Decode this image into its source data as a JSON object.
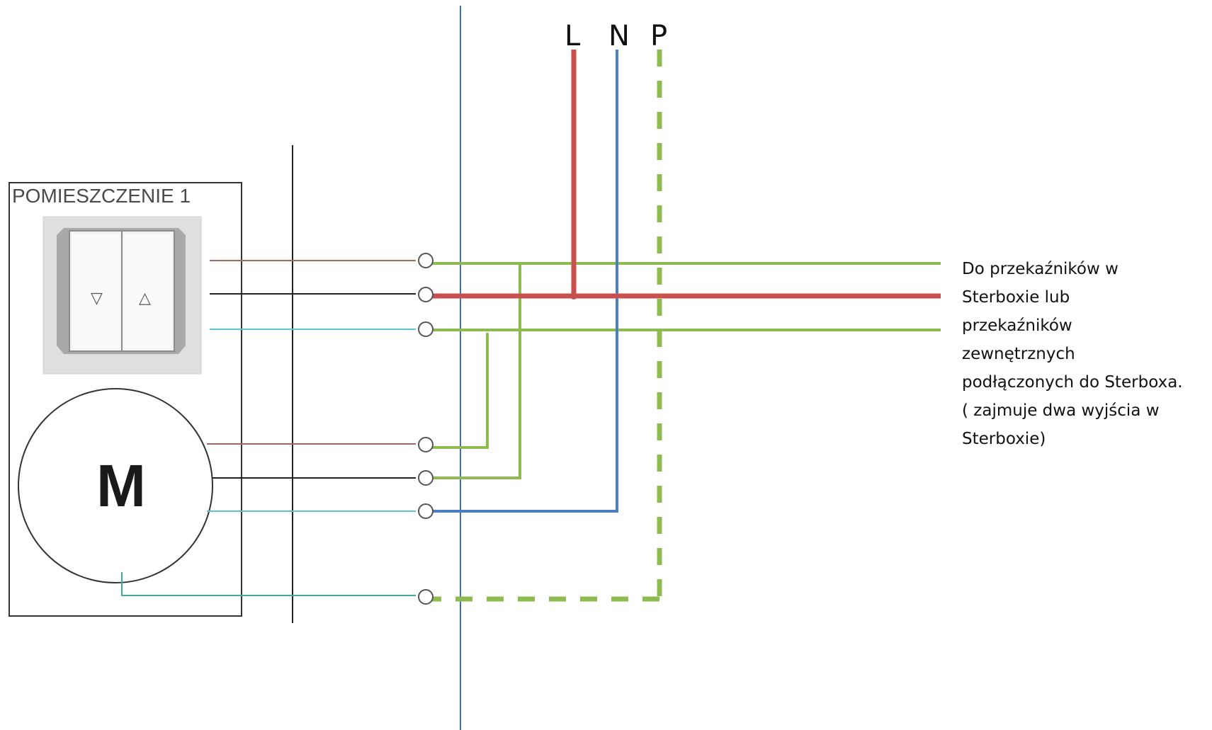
{
  "room": {
    "label": "POMIESZCZENIE 1"
  },
  "switch": {
    "down_symbol": "▽",
    "up_symbol": "△"
  },
  "motor": {
    "letter": "M"
  },
  "bus": {
    "labels": [
      "L",
      "N",
      "P"
    ]
  },
  "note": {
    "lines": [
      "Do przekaźników w",
      "Sterboxie lub",
      "przekaźników",
      "zewnętrznych",
      "podłączonych do Sterboxa.",
      "( zajmuje dwa wyjścia w",
      "Sterboxie)"
    ]
  },
  "colors": {
    "live": "#c8504f",
    "neutral": "#4a7fc1",
    "earth": "#8dbb50",
    "signal_green": "#8dbb50",
    "wire_brown": "#9b6a63",
    "wire_black": "#222222",
    "wire_cyan": "#5cc4cc",
    "divider": "#3f6fc0"
  }
}
